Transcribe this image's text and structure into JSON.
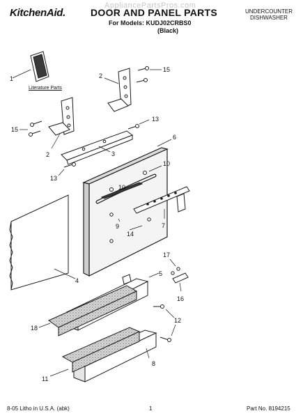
{
  "header": {
    "brand": "KitchenAid.",
    "title": "DOOR AND PANEL PARTS",
    "models_line": "For Models: KUDJ02CRBS0",
    "finish_line": "(Black)",
    "category_line1": "UNDERCOUNTER",
    "category_line2": "DISHWASHER",
    "watermark": "AppliancePartsPros.com"
  },
  "diagram": {
    "literature_label": "Literature Parts",
    "callouts": [
      "1",
      "2",
      "15",
      "15",
      "2",
      "3",
      "13",
      "13",
      "6",
      "10",
      "10",
      "9",
      "14",
      "7",
      "4",
      "17",
      "16",
      "5",
      "12",
      "18",
      "8",
      "11"
    ]
  },
  "footer": {
    "left": "8-05 Litho in U.S.A. (abk)",
    "center": "1",
    "right": "Part No. 8194215"
  },
  "colors": {
    "line": "#1a1a1a",
    "foam": "#9a9a9a",
    "panel": "#f4f4f4"
  }
}
